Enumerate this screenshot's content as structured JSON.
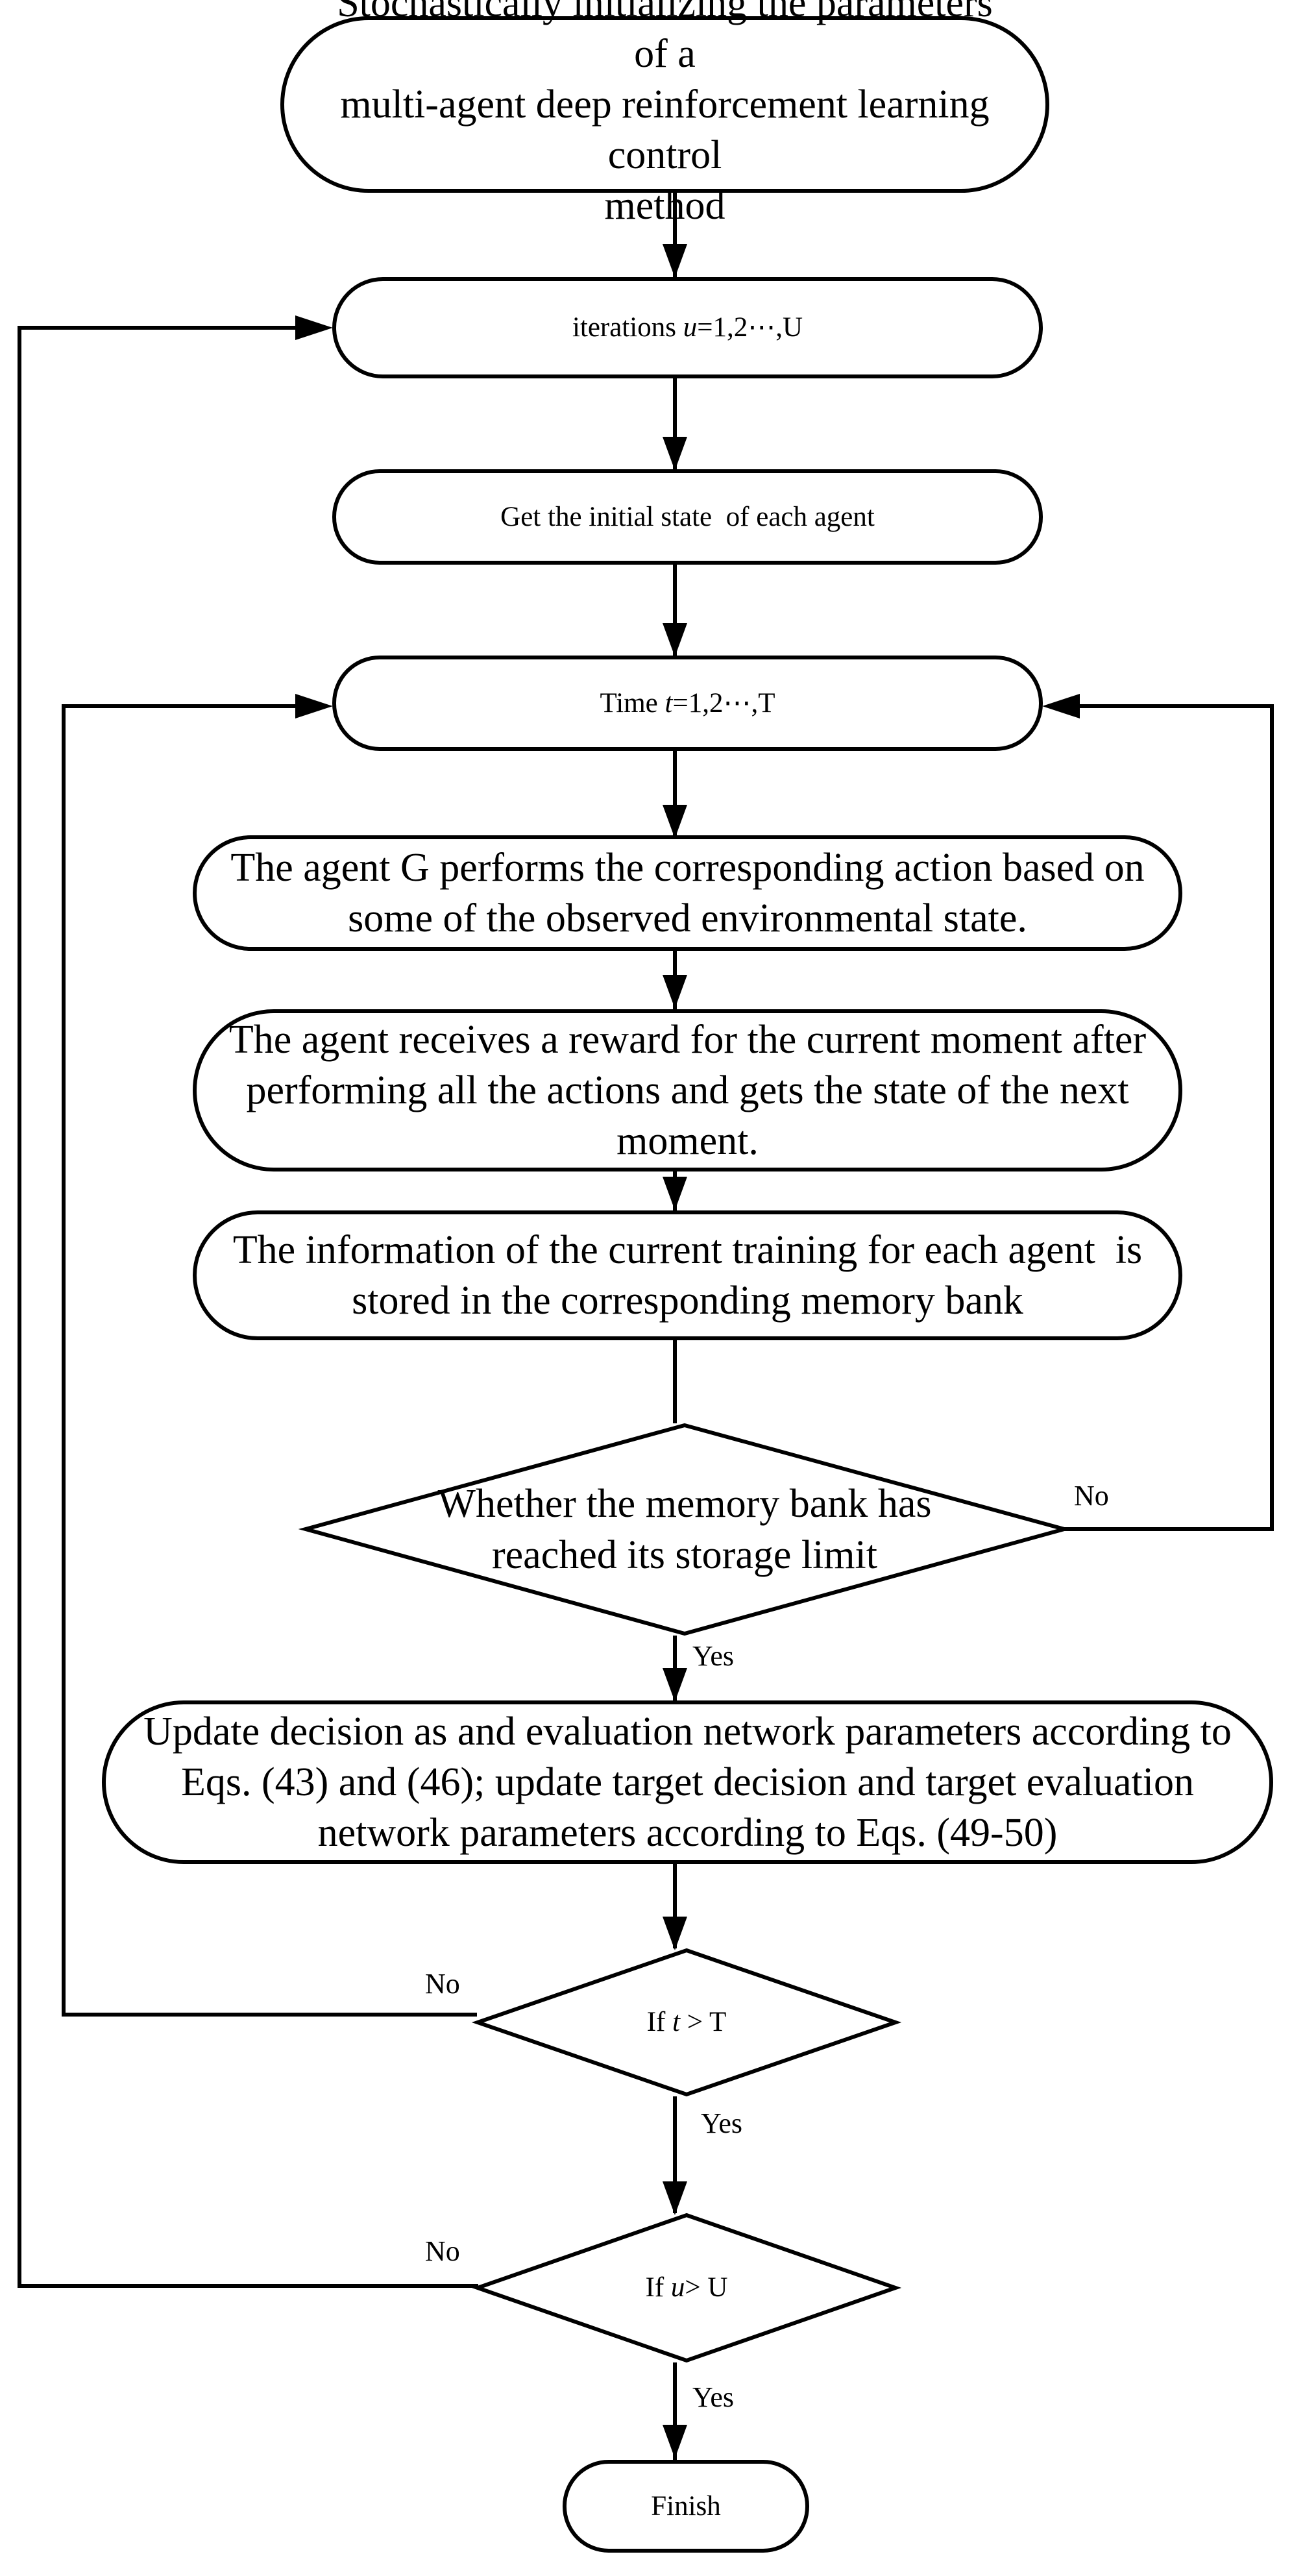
{
  "steps": {
    "init": {
      "line1": "Stochastically initializing the parameters of a",
      "line2": "multi-agent deep reinforcement learning control",
      "line3": "method"
    },
    "iterations": {
      "prefix": "iterations ",
      "var": "u",
      "suffix": "=1,2⋯,U"
    },
    "initial_state": "Get the initial state  of each agent",
    "time": {
      "prefix": "Time ",
      "var": "t",
      "suffix": "=1,2⋯,T"
    },
    "perform_action": {
      "line1": "The agent G performs the corresponding action based on",
      "line2": "some of the observed environmental state."
    },
    "reward": {
      "line1": "The agent receives a reward for the current moment after",
      "line2": "performing all the actions and gets the state of the next",
      "line3": "moment."
    },
    "store": {
      "line1": "The information of the current training for each agent  is",
      "line2": "stored in the corresponding memory bank"
    },
    "update": {
      "line1": "Update decision as and evaluation network parameters according to",
      "line2": "Eqs. (43) and (46); update target decision and target evaluation",
      "line3": "network parameters according to Eqs. (49-50)"
    },
    "finish": "Finish"
  },
  "decisions": {
    "memory_limit": {
      "line1": "Whether the memory bank has",
      "line2": "reached its storage limit"
    },
    "time_check": {
      "prefix": "If ",
      "var": "t",
      "suffix": " > T"
    },
    "iteration_check": {
      "prefix": "If ",
      "var": "u",
      "suffix": "> U"
    }
  },
  "edge_labels": {
    "memory_no": "No",
    "memory_yes": "Yes",
    "time_no": "No",
    "time_yes": "Yes",
    "iteration_no": "No",
    "iteration_yes": "Yes"
  }
}
